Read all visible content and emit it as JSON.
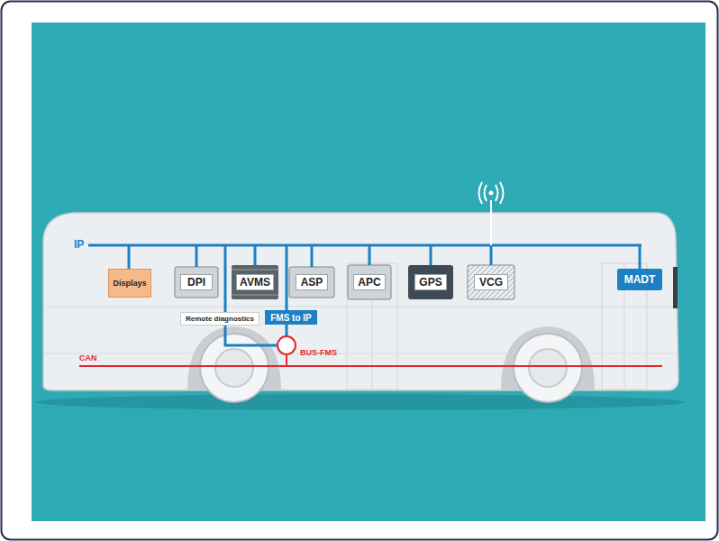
{
  "diagram": {
    "nodes": [
      {
        "text": [
          "Displays"
        ]
      },
      {
        "text": [
          "DPI"
        ]
      },
      {
        "text": [
          "AVMS"
        ]
      },
      {
        "text": [
          "ASP"
        ]
      },
      {
        "text": [
          "APC"
        ]
      },
      {
        "text": [
          "GPS"
        ]
      },
      {
        "text": [
          "VCG"
        ]
      },
      {
        "text": [
          "MADT"
        ]
      },
      {
        "text": [
          "Remote diagnostics"
        ]
      },
      {
        "text": [
          "FMS to IP"
        ]
      }
    ],
    "labels": [
      "IP",
      "CAN",
      "BUS-FMS"
    ]
  }
}
